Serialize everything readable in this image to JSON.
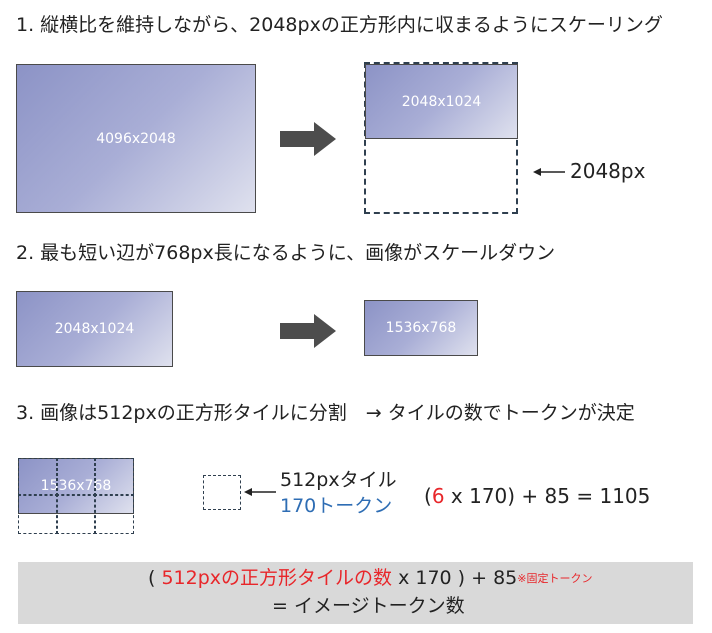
{
  "step1": {
    "heading": "1. 縦横比を維持しながら、2048pxの正方形内に収まるようにスケーリング",
    "source_label": "4096x2048",
    "scaled_label": "2048x1024",
    "side_label": "2048px"
  },
  "step2": {
    "heading": "2. 最も短い辺が768px長になるように、画像がスケールダウン",
    "source_label": "2048x1024",
    "scaled_label": "1536x768"
  },
  "step3": {
    "heading": "3. 画像は512pxの正方形タイルに分割　→ タイルの数でトークンが決定",
    "grid_label": "1536x768",
    "tile_label": "512pxタイル",
    "tile_tokens": "170トークン",
    "calc_open": "(",
    "calc_count": "6",
    "calc_rest": " x 170) + 85 = 1105"
  },
  "formula": {
    "open": "(",
    "tiles_text": "512pxの正方形タイルの数",
    "times": " x 170 ) + 85",
    "fixed_note": "※固定トークン",
    "result": "= イメージトークン数"
  },
  "colors": {
    "highlight_red": "#e8262a",
    "token_blue": "#2e6db4",
    "formula_bg": "#d9d9d9",
    "arrow_gray": "#4d4d4d"
  }
}
